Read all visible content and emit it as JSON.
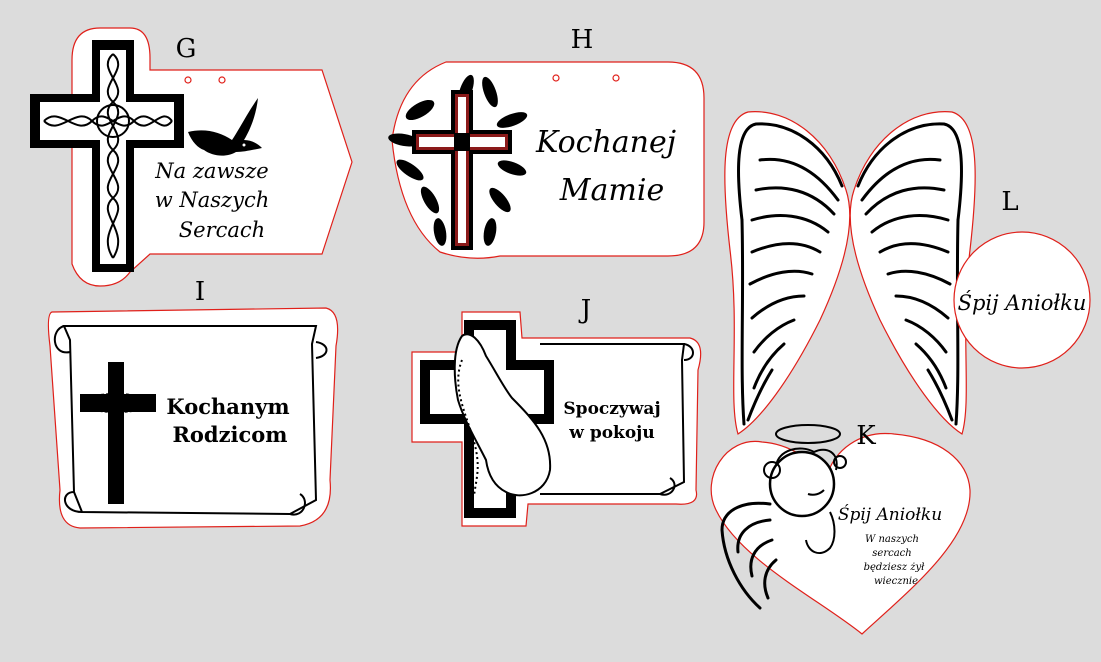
{
  "colors": {
    "background": "#dcdcdc",
    "cut_line": "#e0201a",
    "ink": "#000000",
    "plate": "#ffffff"
  },
  "plates": {
    "G": {
      "letter": "G",
      "line1": "Na zawsze",
      "line2": "w Naszych",
      "line3": "Sercach"
    },
    "H": {
      "letter": "H",
      "line1": "Kochanej",
      "line2": "Mamie"
    },
    "I": {
      "letter": "I",
      "line1": "Kochanym",
      "line2": "Rodzicom"
    },
    "J": {
      "letter": "J",
      "line1": "Spoczywaj",
      "line2": "w pokoju"
    },
    "K": {
      "letter": "K",
      "title": "Śpij Aniołku",
      "line1": "W naszych",
      "line2": "sercach",
      "line3": "będziesz żył",
      "line4": "wiecznie"
    },
    "L": {
      "letter": "L",
      "line1": "Śpij Aniołku"
    }
  },
  "icons": [
    "celtic-cross-icon",
    "dove-icon",
    "leafy-cross-icon",
    "scroll-icon",
    "thorn-cross-icon",
    "praying-hands-cross-icon",
    "angel-wings-icon",
    "cherub-angel-icon",
    "heart-icon"
  ]
}
